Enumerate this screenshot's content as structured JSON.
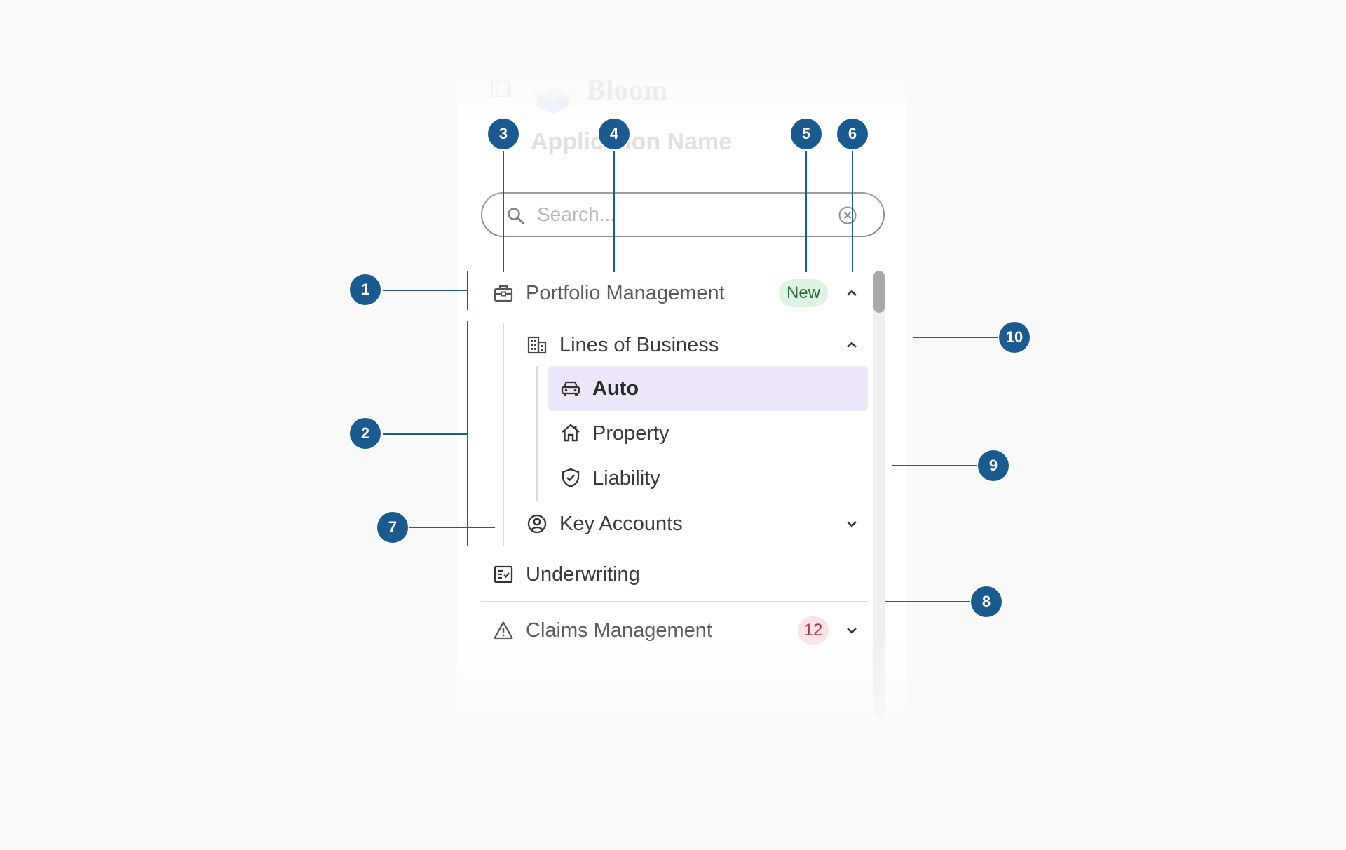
{
  "header": {
    "logo_text": "Bloom",
    "app_name": "Application Name"
  },
  "search": {
    "placeholder": "Search...",
    "value": ""
  },
  "nav": {
    "portfolio": {
      "label": "Portfolio Management",
      "badge": "New"
    },
    "lines_of_business": {
      "label": "Lines of Business"
    },
    "auto": {
      "label": "Auto"
    },
    "property": {
      "label": "Property"
    },
    "liability": {
      "label": "Liability"
    },
    "key_accounts": {
      "label": "Key Accounts"
    },
    "underwriting": {
      "label": "Underwriting"
    },
    "claims": {
      "label": "Claims Management",
      "badge": "12"
    }
  },
  "annotations": [
    "1",
    "2",
    "3",
    "4",
    "5",
    "6",
    "7",
    "8",
    "9",
    "10"
  ],
  "colors": {
    "annotation": "#1b5a8e",
    "active_background": "#ede6f9",
    "new_badge_bg": "#dff3e4",
    "count_badge_bg": "#fbe3e5"
  },
  "icons": {
    "portfolio": "briefcase-icon",
    "lines_of_business": "building-icon",
    "auto": "car-icon",
    "property": "house-icon",
    "liability": "shield-check-icon",
    "key_accounts": "user-circle-icon",
    "underwriting": "checklist-icon",
    "claims": "warning-icon"
  }
}
